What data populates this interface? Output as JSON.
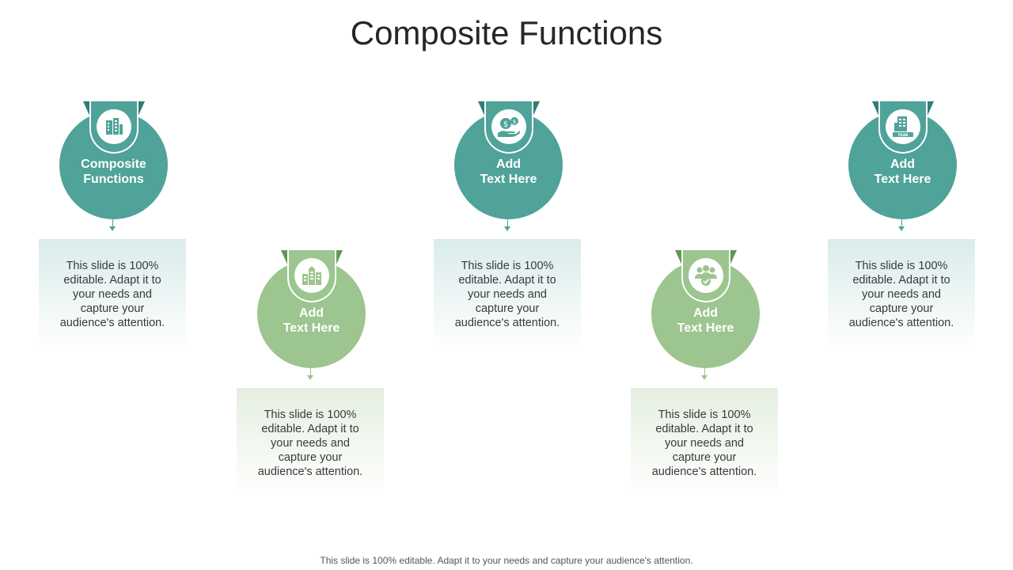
{
  "title": "Composite Functions",
  "items": [
    {
      "label": "Composite\nFunctions",
      "text": "This slide is 100% editable. Adapt it to your needs and capture your audience's attention.",
      "icon": "buildings-icon",
      "color": "#4fa399"
    },
    {
      "label": "Add\nText Here",
      "text": "This slide is 100% editable. Adapt it to your needs and capture your audience's attention.",
      "icon": "city-icon",
      "color": "#9cc58f"
    },
    {
      "label": "Add\nText Here",
      "text": "This slide is 100% editable. Adapt it to your needs and capture your audience's attention.",
      "icon": "money-hand-icon",
      "color": "#4fa399"
    },
    {
      "label": "Add\nText Here",
      "text": "This slide is 100% editable. Adapt it to your needs and capture your audience's attention.",
      "icon": "team-check-icon",
      "color": "#9cc58f"
    },
    {
      "label": "Add\nText Here",
      "text": "This slide is 100% editable. Adapt it to your needs and capture your audience's attention.",
      "icon": "office-year-icon",
      "color": "#4fa399"
    }
  ],
  "year_badge": "YEAR",
  "footer": "This slide is 100% editable. Adapt it to your needs and capture your audience's attention."
}
